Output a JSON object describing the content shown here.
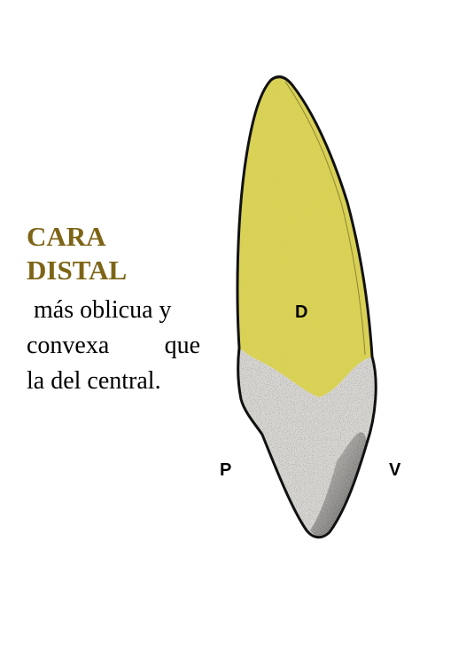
{
  "heading": {
    "line1": "CARA",
    "line2": "DISTAL"
  },
  "description": {
    "line1": "más oblicua y",
    "line2_word1": "convexa",
    "line2_word2": "que",
    "line3": "la del central."
  },
  "tooth_labels": {
    "center": "D",
    "left": "P",
    "right": "V"
  },
  "colors": {
    "heading": "#7d6416",
    "crown_fill": "#d9d255",
    "root_fill": "#d8d6d2",
    "outline": "#111111"
  }
}
